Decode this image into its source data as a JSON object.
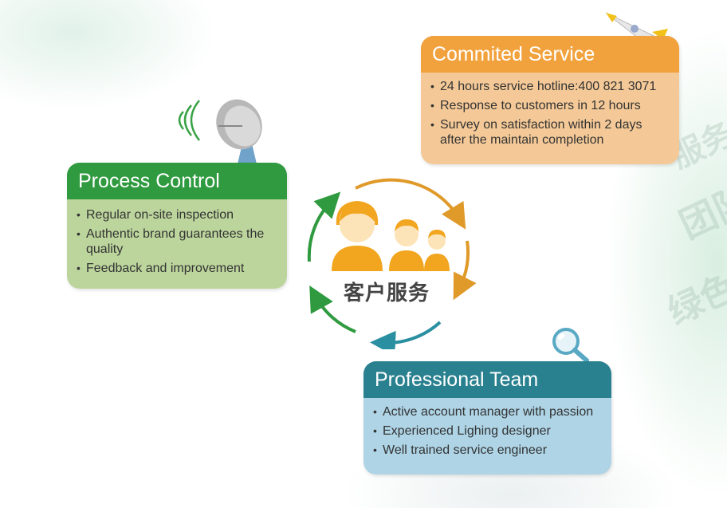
{
  "diagram": {
    "center_label": "客户服务",
    "cards": {
      "process_control": {
        "title": "Process Control",
        "items": [
          "Regular on-site inspection",
          "Authentic brand guarantees the quality",
          "Feedback and improvement"
        ]
      },
      "committed_service": {
        "title": "Commited Service",
        "items": [
          "24 hours service hotline:400 821 3071",
          "Response to customers in 12 hours",
          "Survey on satisfaction within 2 days after the maintain completion"
        ]
      },
      "professional_team": {
        "title": "Professional Team",
        "items": [
          "Active account manager with passion",
          "Experienced Lighing designer",
          "Well trained service engineer"
        ]
      }
    },
    "colors": {
      "green": "#2f9a3f",
      "orange": "#f1a23d",
      "teal": "#29808f"
    },
    "icons": [
      "satellite-dish-icon",
      "rocket-icon",
      "magnifier-icon",
      "headset-people-icon",
      "cycle-arrows-icon"
    ]
  }
}
